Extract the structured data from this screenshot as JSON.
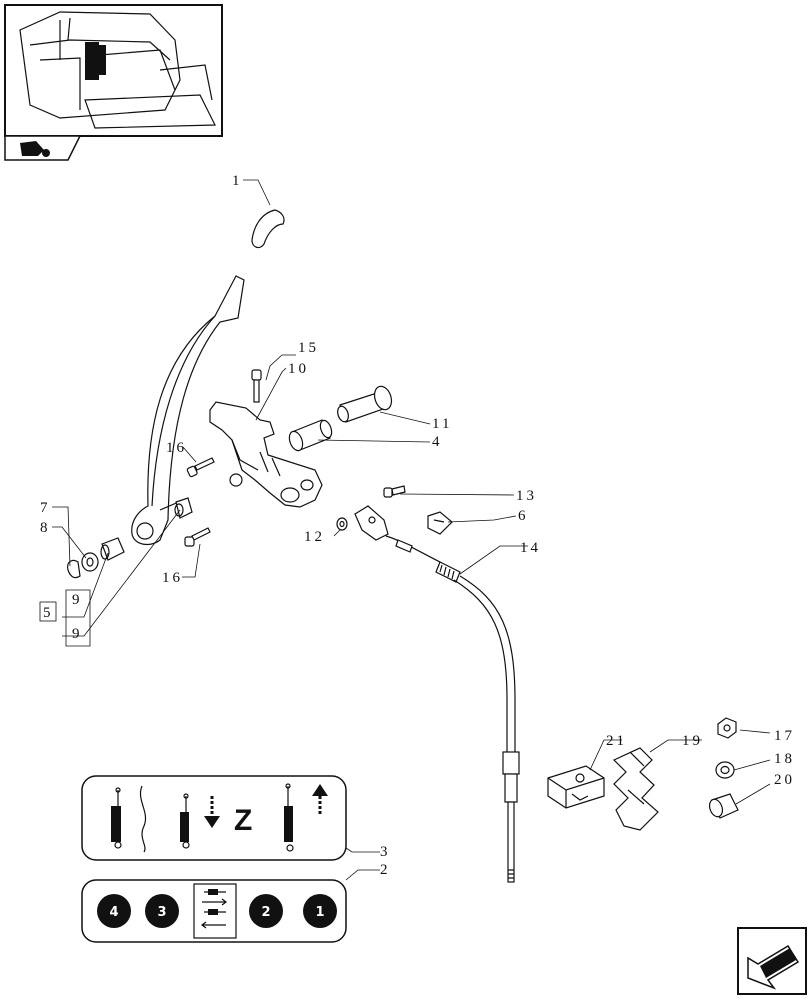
{
  "callouts": {
    "c1": "1",
    "c2": "2",
    "c3": "3",
    "c4": "4",
    "c5": "5",
    "c6": "6",
    "c7": "7",
    "c8": "8",
    "c9a": "9",
    "c9b": "9",
    "c10": "10",
    "c11": "11",
    "c12": "12",
    "c13": "13",
    "c14": "14",
    "c15": "15",
    "c16a": "16",
    "c16b": "16",
    "c17": "17",
    "c18": "18",
    "c19": "19",
    "c20": "20",
    "c21": "21"
  },
  "decal_panel": {
    "z_label": "Z"
  },
  "gear_panel": {
    "badges": [
      "4",
      "3",
      "2",
      "1"
    ]
  },
  "icons": {
    "thumbnail": "tractor-cab-location-icon",
    "corner_nav": "tractor-nav-icon",
    "next_page": "next-page-arrow-icon"
  },
  "colors": {
    "ink": "#111111",
    "paper": "#ffffff"
  }
}
